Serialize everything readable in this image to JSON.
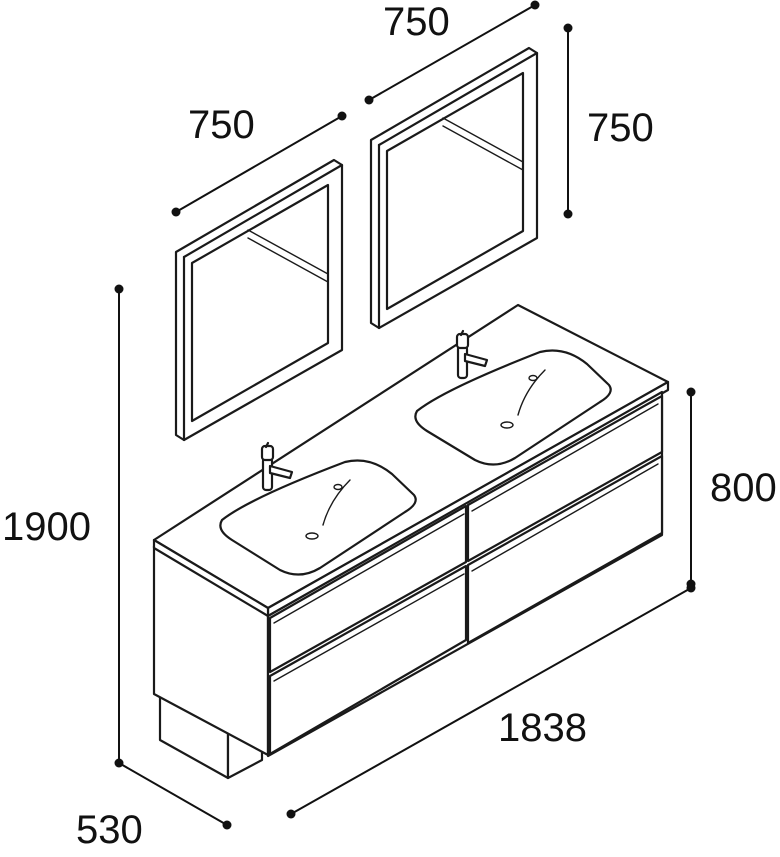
{
  "dimensions": {
    "mirror_left_width": "750",
    "mirror_right_width": "750",
    "mirror_height": "750",
    "total_height": "1900",
    "cabinet_height": "800",
    "cabinet_width": "1838",
    "cabinet_depth": "530"
  },
  "colors": {
    "line": "#1a1a1a",
    "background": "#ffffff"
  }
}
